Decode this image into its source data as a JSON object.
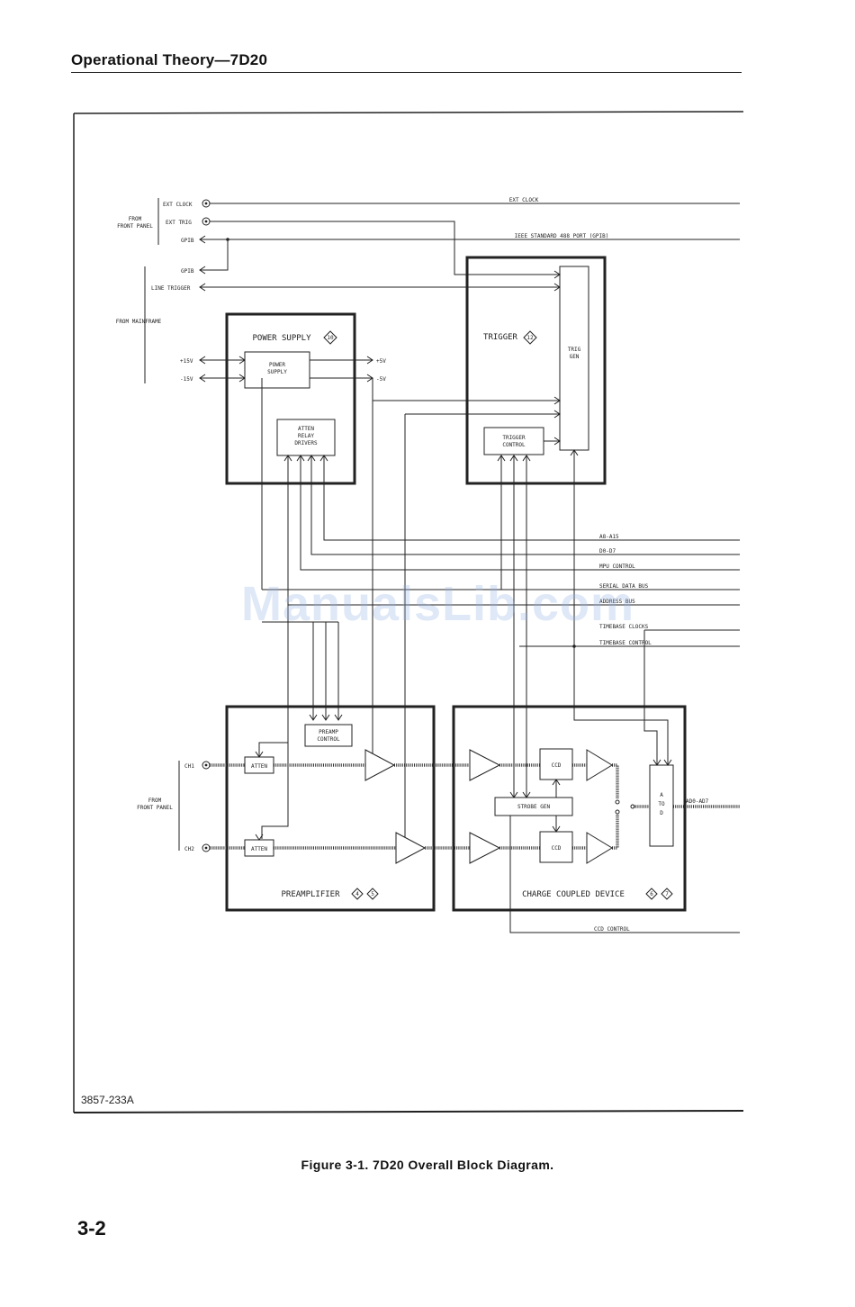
{
  "header": {
    "title": "Operational Theory—7D20"
  },
  "figure": {
    "caption": "Figure 3-1. 7D20 Overall Block Diagram.",
    "drawing_number": "3857-233A",
    "watermark": "ManualsLib.com"
  },
  "page_number": "3-2",
  "inputs": {
    "from_front_panel": [
      "FROM",
      "FRONT PANEL"
    ],
    "ext_clock": "EXT CLOCK",
    "ext_trig": "EXT TRIG",
    "gpib_front": "GPIB",
    "gpib_mainframe": "GPIB",
    "line_trigger": "LINE TRIGGER",
    "from_mainframe": "FROM MAINFRAME",
    "plus15": "+15V",
    "minus15": "-15V",
    "ch1": "CH1",
    "ch2": "CH2",
    "from_front_panel_2": [
      "FROM",
      "FRONT PANEL"
    ]
  },
  "buses": {
    "ext_clock": "EXT CLOCK",
    "ieee": "IEEE STANDARD 488 PORT (GPIB)",
    "a8_a15": "A8-A15",
    "d0_d7": "D0-D7",
    "mpu_control": "MPU CONTROL",
    "serial_data": "SERIAL DATA BUS",
    "address_bus": "ADDRESS BUS",
    "timebase_clocks": "TIMEBASE CLOCKS",
    "timebase_control": "TIMEBASE CONTROL",
    "ccd_control": "CCD CONTROL",
    "ad_out": "AD0-AD7",
    "plus5": "+5V",
    "minus5": "-5V"
  },
  "blocks": {
    "power_supply": {
      "title": "POWER SUPPLY",
      "badge": "10"
    },
    "power_supply_inner": [
      "POWER",
      "SUPPLY"
    ],
    "atten_relay": [
      "ATTEN",
      "RELAY",
      "DRIVERS"
    ],
    "trigger": {
      "title": "TRIGGER",
      "badge": "12"
    },
    "trig_gen": [
      "TRIG",
      "GEN"
    ],
    "trigger_control": [
      "TRIGGER",
      "CONTROL"
    ],
    "preamp_control": [
      "PREAMP",
      "CONTROL"
    ],
    "atten1": "ATTEN",
    "atten2": "ATTEN",
    "preamplifier": {
      "title": "PREAMPLIFIER",
      "badges": [
        "4",
        "5"
      ]
    },
    "ccd1": "CCD",
    "ccd2": "CCD",
    "strobe_gen": "STROBE GEN",
    "a_to_d": [
      "A",
      "TO",
      "D"
    ],
    "ccd_block": {
      "title": "CHARGE COUPLED DEVICE",
      "badges": [
        "6",
        "7"
      ]
    }
  }
}
